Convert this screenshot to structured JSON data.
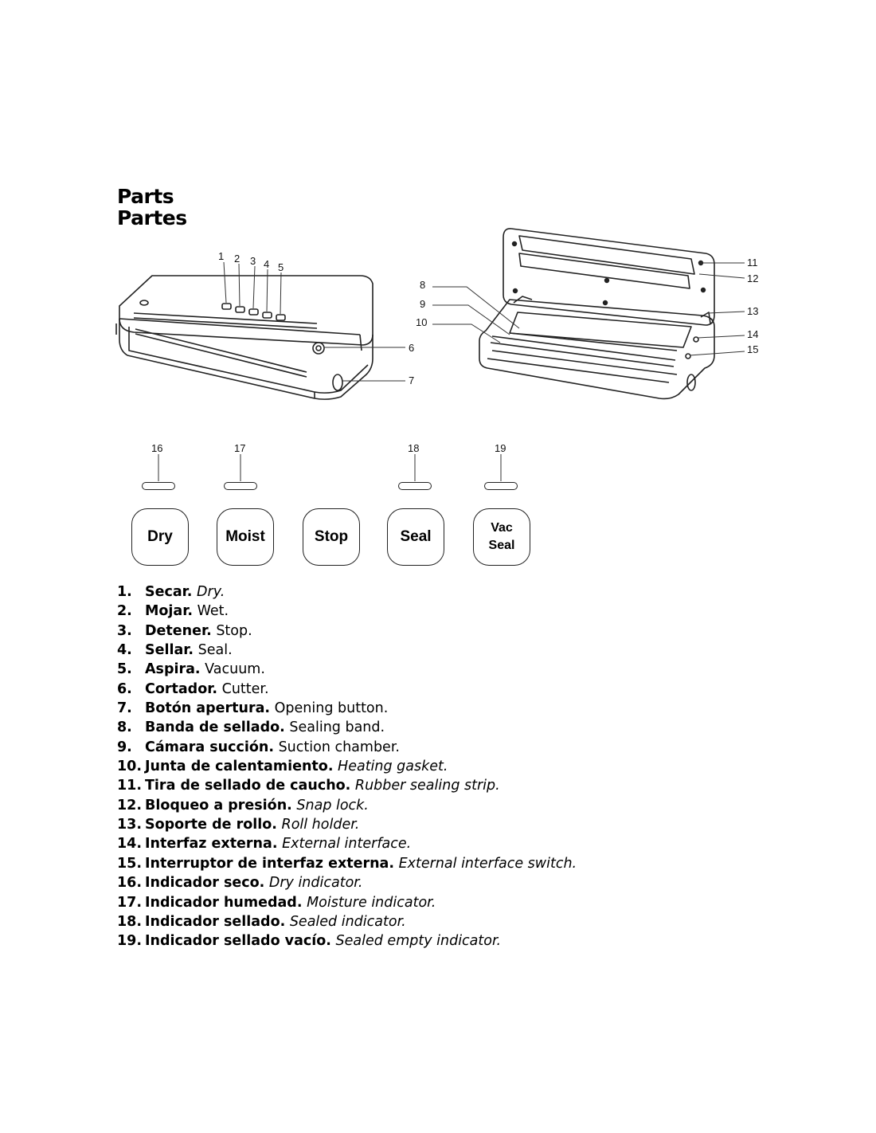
{
  "heading": {
    "line1": "Parts",
    "line2": "Partes"
  },
  "callouts_left": [
    "1",
    "2",
    "3",
    "4",
    "5",
    "6",
    "7"
  ],
  "callouts_right": [
    "8",
    "9",
    "10",
    "11",
    "12",
    "13",
    "14",
    "15"
  ],
  "indicator_numbers": [
    "16",
    "17",
    "18",
    "19"
  ],
  "panel_buttons": [
    "Dry",
    "Moist",
    "Stop",
    "Seal",
    "Vac\nSeal"
  ],
  "parts": [
    {
      "num": "1.",
      "es": "Secar.",
      "en": "Dry.",
      "italic": true
    },
    {
      "num": "2.",
      "es": "Mojar.",
      "en": "Wet.",
      "italic": false
    },
    {
      "num": "3.",
      "es": "Detener.",
      "en": "Stop.",
      "italic": false
    },
    {
      "num": "4.",
      "es": "Sellar.",
      "en": "Seal.",
      "italic": false
    },
    {
      "num": "5.",
      "es": "Aspira.",
      "en": "Vacuum.",
      "italic": false
    },
    {
      "num": "6.",
      "es": "Cortador.",
      "en": "Cutter.",
      "italic": false
    },
    {
      "num": "7.",
      "es": "Botón apertura.",
      "en": "Opening button.",
      "italic": false
    },
    {
      "num": "8.",
      "es": "Banda de sellado.",
      "en": "Sealing band.",
      "italic": false
    },
    {
      "num": "9.",
      "es": "Cámara succión.",
      "en": "Suction chamber.",
      "italic": false
    },
    {
      "num": "10.",
      "es": "Junta de calentamiento.",
      "en": "Heating gasket.",
      "italic": true
    },
    {
      "num": "11.",
      "es": "Tira de sellado de caucho.",
      "en": "Rubber sealing strip.",
      "italic": true
    },
    {
      "num": "12.",
      "es": "Bloqueo a presión.",
      "en": "Snap lock.",
      "italic": true
    },
    {
      "num": "13.",
      "es": "Soporte de rollo.",
      "en": "Roll holder.",
      "italic": true
    },
    {
      "num": "14.",
      "es": "Interfaz externa.",
      "en": "External interface.",
      "italic": true
    },
    {
      "num": "15.",
      "es": "Interruptor de interfaz externa.",
      "en": "External interface switch.",
      "italic": true
    },
    {
      "num": "16.",
      "es": "Indicador seco.",
      "en": "Dry indicator.",
      "italic": true
    },
    {
      "num": "17.",
      "es": "Indicador humedad.",
      "en": "Moisture indicator.",
      "italic": true
    },
    {
      "num": "18.",
      "es": "Indicador sellado.",
      "en": "Sealed indicator.",
      "italic": true
    },
    {
      "num": "19.",
      "es": "Indicador sellado vacío.",
      "en": "Sealed empty indicator.",
      "italic": true
    }
  ]
}
